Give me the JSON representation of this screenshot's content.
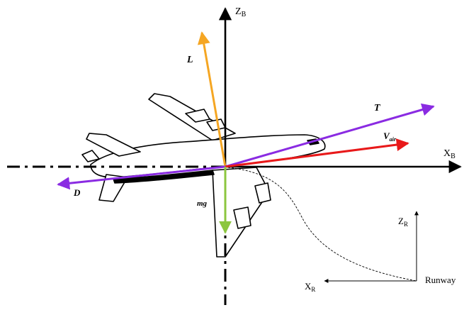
{
  "labels": {
    "zb_main": "Z",
    "zb_sub": "B",
    "xb_main": "X",
    "xb_sub": "B",
    "lift": "L",
    "thrust": "T",
    "vair_main": "V",
    "vair_sub": "air",
    "drag": "D",
    "weight": "mg",
    "zr_main": "Z",
    "zr_sub": "R",
    "xr_main": "X",
    "xr_sub": "R",
    "runway": "Runway"
  },
  "colors": {
    "lift": "#f5a623",
    "thrust": "#8a2be2",
    "drag": "#8a2be2",
    "vair": "#e8191a",
    "weight": "#8cc63f",
    "axes": "#000000"
  }
}
